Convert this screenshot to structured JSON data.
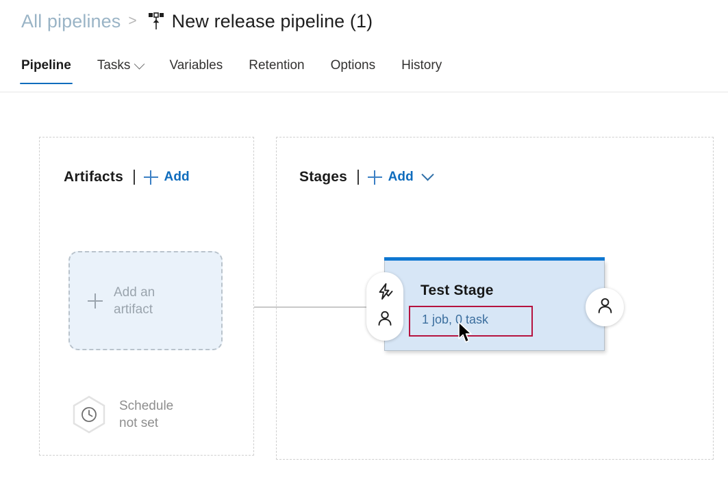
{
  "breadcrumb": {
    "parent_link": "All pipelines",
    "separator": ">",
    "icon": "release-pipeline-icon",
    "current": "New release pipeline (1)"
  },
  "tabs": [
    {
      "label": "Pipeline",
      "active": true,
      "has_chevron": false
    },
    {
      "label": "Tasks",
      "active": false,
      "has_chevron": true
    },
    {
      "label": "Variables",
      "active": false,
      "has_chevron": false
    },
    {
      "label": "Retention",
      "active": false,
      "has_chevron": false
    },
    {
      "label": "Options",
      "active": false,
      "has_chevron": false
    },
    {
      "label": "History",
      "active": false,
      "has_chevron": false
    }
  ],
  "artifacts_panel": {
    "title": "Artifacts",
    "add_label": "Add",
    "add_tile": {
      "line1": "Add an",
      "line2": "artifact"
    },
    "schedule": {
      "line1": "Schedule",
      "line2": "not set",
      "icon": "clock-icon"
    }
  },
  "stages_panel": {
    "title": "Stages",
    "add_label": "Add",
    "has_add_chevron": true,
    "stage": {
      "name": "Test Stage",
      "meta": "1 job, 0 task",
      "pre_deployment_icons": [
        "lightning-check-icon",
        "person-icon"
      ],
      "post_deployment_icons": [
        "person-icon"
      ],
      "highlighted": true
    }
  },
  "colors": {
    "accent_blue": "#0f6cbd",
    "stage_topbar": "#0f77d1",
    "stage_body": "#d7e6f6",
    "highlight_red": "#b5123e",
    "muted_gray": "#9aa4ad",
    "breadcrumb_link": "#9ab4c6"
  }
}
